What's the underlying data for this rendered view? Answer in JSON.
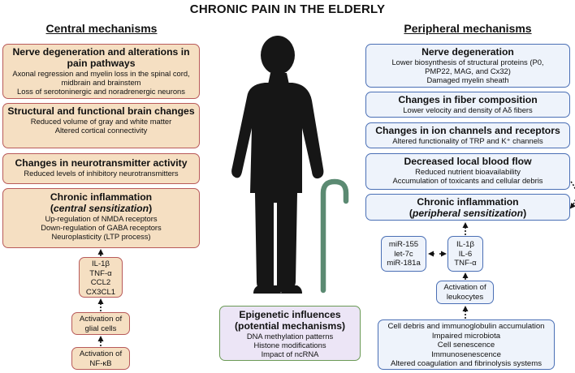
{
  "title": "CHRONIC PAIN IN THE ELDERLY",
  "central": {
    "heading": "Central mechanisms",
    "boxes": [
      {
        "title": "Nerve degeneration and alterations in pain pathways",
        "lines": [
          "Axonal regression and myelin loss in the spinal cord, midbrain and brainstem",
          "Loss of serotoninergic and noradrenergic neurons"
        ]
      },
      {
        "title": "Structural and functional brain changes",
        "lines": [
          "Reduced volume of gray and white matter",
          "Altered cortical connectivity"
        ]
      },
      {
        "title": "Changes in neurotransmitter activity",
        "lines": [
          "Reduced levels of inhibitory neurotransmitters"
        ]
      },
      {
        "title": "Chronic inflammation",
        "title_paren_open": "(",
        "title_italic": "central sensitization",
        "title_paren_close": ")",
        "lines": [
          "Up-regulation of NMDA receptors",
          "Down-regulation of GABA receptors",
          "Neuroplasticity (LTP process)"
        ]
      }
    ],
    "cytokines": [
      "IL-1β",
      "TNF-α",
      "CCL2",
      "CX3CL1"
    ],
    "glial": [
      "Activation of",
      "glial cells"
    ],
    "nfkb": [
      "Activation of",
      "NF-κB"
    ]
  },
  "peripheral": {
    "heading": "Peripheral mechanisms",
    "boxes": [
      {
        "title": "Nerve degeneration",
        "lines": [
          "Lower biosynthesis of structural proteins (P0, PMP22, MAG, and Cx32)",
          "Damaged myelin sheath"
        ]
      },
      {
        "title": "Changes in fiber composition",
        "lines": [
          "Lower velocity and density of Aδ fibers"
        ]
      },
      {
        "title": "Changes in ion channels and receptors",
        "lines": [
          "Altered functionality of TRP and K⁺ channels"
        ]
      },
      {
        "title": "Decreased local blood flow",
        "lines": [
          "Reduced nutrient bioavailability",
          "Accumulation of toxicants and cellular debris"
        ]
      },
      {
        "title": "Chronic inflammation",
        "title_paren_open": "(",
        "title_italic": "peripheral sensitization",
        "title_paren_close": ")",
        "lines": []
      }
    ],
    "mirna": [
      "miR-155",
      "let-7c",
      "miR-181a"
    ],
    "cytokines": [
      "IL-1β",
      "IL-6",
      "TNF-α"
    ],
    "leukocytes": [
      "Activation of",
      "leukocytes"
    ],
    "causes": [
      "Cell debris and immunoglobulin accumulation",
      "Impaired microbiota",
      "Cell senescence",
      "Immunosenescence",
      "Altered coagulation and fibrinolysis systems"
    ]
  },
  "epigenetic": {
    "title": "Epigenetic influences",
    "subtitle": "(potential mechanisms)",
    "lines": [
      "DNA methylation patterns",
      "Histone modifications",
      "Impact of ncRNA"
    ]
  },
  "colors": {
    "central_fill": "#f5dfc2",
    "central_border": "#b85a5a",
    "peripheral_fill": "#eef3fb",
    "peripheral_border": "#4a6fb5",
    "epigenetic_fill": "#ece5f6",
    "epigenetic_border": "#6a9a55",
    "figure": "#161616",
    "cane": "#5b8a72"
  }
}
